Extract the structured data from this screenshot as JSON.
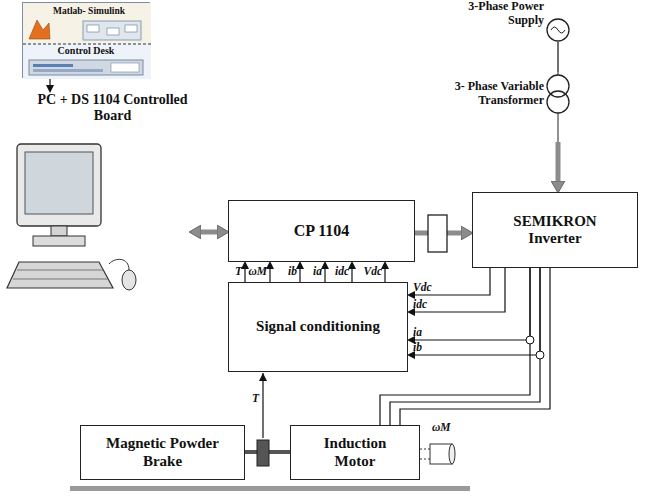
{
  "diagram": {
    "nodes": [
      {
        "text": [
          "Matlab- Simulink",
          "Control Desk"
        ]
      },
      {
        "text": [
          "PC + DS 1104 Controlled Board"
        ]
      },
      {
        "text": [
          "CP 1104"
        ]
      },
      {
        "text": [
          "SEMIKRON Inverter"
        ]
      },
      {
        "text": [
          "3-Phase Power Supply"
        ]
      },
      {
        "text": [
          "3- Phase Variable Transformer"
        ]
      },
      {
        "text": [
          "Signal conditioning"
        ]
      },
      {
        "text": [
          "Magnetic Powder Brake"
        ]
      },
      {
        "text": [
          "Induction Motor"
        ]
      }
    ],
    "edges": [
      {
        "from": 0,
        "to": 1,
        "arrow": "to"
      },
      {
        "from": 1,
        "to": 2,
        "arrow": "both"
      },
      {
        "from": 2,
        "to": 3,
        "arrow": "to"
      },
      {
        "from": 4,
        "to": 5,
        "arrow": "none"
      },
      {
        "from": 5,
        "to": 3,
        "arrow": "to"
      },
      {
        "from": 6,
        "to": 2,
        "label": "T",
        "arrow": "to"
      },
      {
        "from": 6,
        "to": 2,
        "label": "ωM",
        "arrow": "to"
      },
      {
        "from": 6,
        "to": 2,
        "label": "ib",
        "arrow": "to"
      },
      {
        "from": 6,
        "to": 2,
        "label": "ia",
        "arrow": "to"
      },
      {
        "from": 6,
        "to": 2,
        "label": "idc",
        "arrow": "to"
      },
      {
        "from": 6,
        "to": 2,
        "label": "Vdc",
        "arrow": "to"
      },
      {
        "from": 3,
        "to": 6,
        "label": "Vdc",
        "arrow": "to"
      },
      {
        "from": 3,
        "to": 6,
        "label": "idc",
        "arrow": "to"
      },
      {
        "from": 3,
        "to": 6,
        "label": "ia",
        "arrow": "to"
      },
      {
        "from": 3,
        "to": 6,
        "label": "ib",
        "arrow": "to"
      },
      {
        "from": 3,
        "to": 8,
        "arrow": "none"
      },
      {
        "from": 3,
        "to": 8,
        "arrow": "none"
      },
      {
        "from": 3,
        "to": 8,
        "arrow": "none"
      },
      {
        "from": 7,
        "to": 8,
        "arrow": "none"
      }
    ],
    "labels": [
      "T",
      "ωM"
    ]
  }
}
